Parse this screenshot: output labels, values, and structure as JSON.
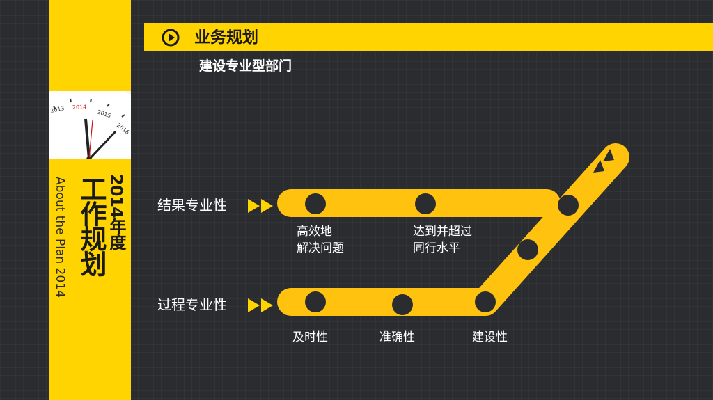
{
  "sidebar": {
    "year_title": "2014年度",
    "plan_title": "工作规划",
    "english_title": "About the Plan 2014",
    "clock_years": [
      "2013",
      "2014",
      "2015",
      "2016"
    ]
  },
  "header": {
    "title": "业务规划",
    "subtitle": "建设专业型部门"
  },
  "diagram": {
    "rows": [
      {
        "label": "结果专业性",
        "nodes": [
          {
            "text": [
              "高效地",
              "解决问题"
            ]
          },
          {
            "text": [
              "达到并超过",
              "同行水平"
            ]
          }
        ]
      },
      {
        "label": "过程专业性",
        "nodes": [
          {
            "text": [
              "及时性"
            ]
          },
          {
            "text": [
              "准确性"
            ]
          },
          {
            "text": [
              "建设性"
            ]
          }
        ]
      }
    ]
  },
  "colors": {
    "accent": "#ffd400",
    "background": "#2a2c30",
    "node": "#2a2c30"
  }
}
